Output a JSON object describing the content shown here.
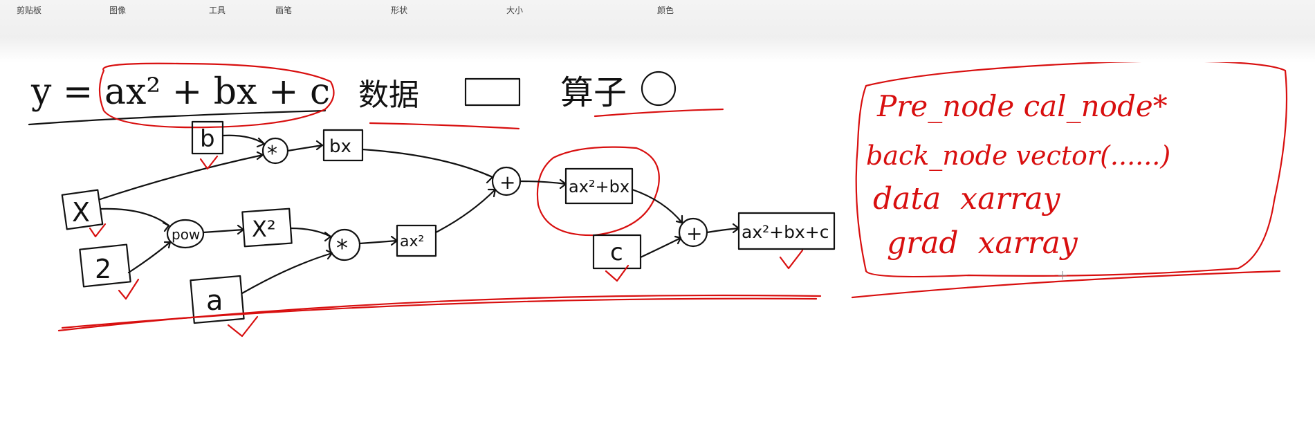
{
  "ribbon": {
    "groups": [
      "剪贴板",
      "图像",
      "工具",
      "画笔",
      "形状",
      "大小",
      "颜色"
    ]
  },
  "drawing": {
    "equation": "y = ax² + bx + c",
    "legend_data_label": "数据",
    "legend_op_label": "算子",
    "nodes": {
      "b": "b",
      "x": "X",
      "two": "2",
      "a": "a",
      "bx": "bx",
      "x_squared": "X²",
      "ax_squared": "ax²",
      "ax2_plus_bx": "ax²+bx",
      "c": "c",
      "result": "ax²+bx+c"
    },
    "operators": {
      "mul_b": "*",
      "pow": "pow",
      "mul_a": "*",
      "add_1": "+",
      "add_2": "+"
    },
    "notes": [
      "Pre_node cal_node*",
      "back_node vector(......)",
      "data  xarray",
      "grad  xarray"
    ],
    "colors": {
      "ink_black": "#111111",
      "ink_red": "#d80f0f"
    }
  }
}
